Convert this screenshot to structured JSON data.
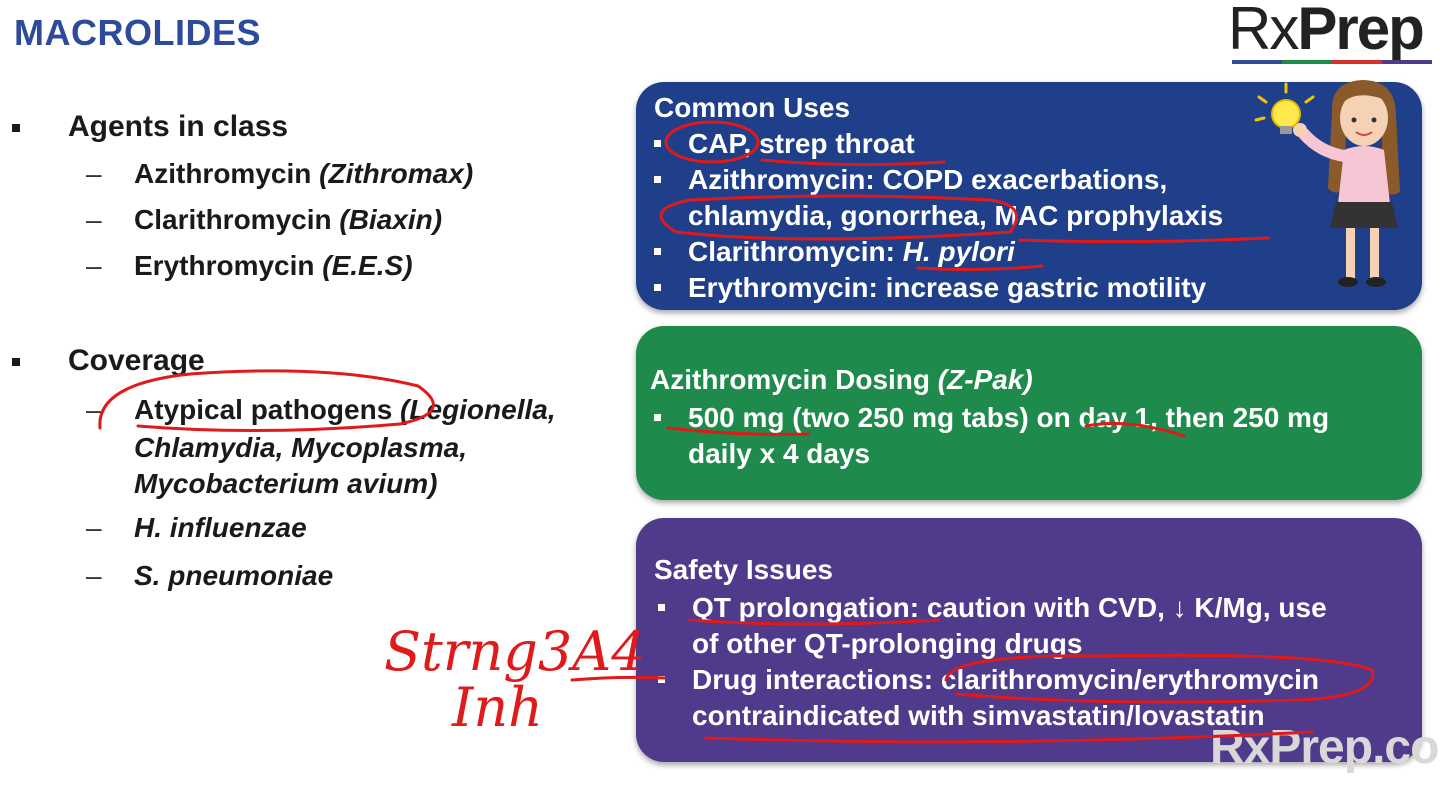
{
  "title": "MACROLIDES",
  "logo": {
    "rx": "Rx",
    "prep": "Prep",
    "bar_colors": [
      "#2e4b9b",
      "#1e8a4c",
      "#d6302b",
      "#4f3a8c"
    ]
  },
  "left": {
    "agents": {
      "heading": "Agents in class",
      "items": [
        {
          "name": "Azithromycin ",
          "brand": "(Zithromax)"
        },
        {
          "name": "Clarithromycin ",
          "brand": "(Biaxin)"
        },
        {
          "name": "Erythromycin ",
          "brand": "(E.E.S)"
        }
      ]
    },
    "coverage": {
      "heading": "Coverage",
      "atypical": {
        "name": "Atypical pathogens ",
        "line1": "(Legionella,",
        "line2": "Chlamydia, Mycoplasma,",
        "line3": "Mycobacterium avium)"
      },
      "items": [
        "H. influenzae",
        "S. pneumoniae"
      ]
    }
  },
  "uses": {
    "heading": "Common Uses",
    "line1": "CAP, strep throat",
    "line2": "Azithromycin: COPD exacerbations,",
    "line2b": "chlamydia, gonorrhea, MAC prophylaxis",
    "line3_prefix": "Clarithromycin: ",
    "line3_italic": "H. pylori",
    "line4": "Erythromycin: increase gastric motility"
  },
  "dosing": {
    "heading_prefix": "Azithromycin Dosing ",
    "heading_italic": "(Z-Pak)",
    "line1": "500 mg (two 250 mg tabs) on day 1, then 250 mg",
    "line1b": "daily x 4 days"
  },
  "safety": {
    "heading": "Safety Issues",
    "line1": "QT prolongation: caution with CVD, ↓ K/Mg, use",
    "line1b": "of other QT-prolonging drugs",
    "line2": "Drug interactions: clarithromycin/erythromycin",
    "line2b": "contraindicated with simvastatin/lovastatin"
  },
  "handwriting": {
    "line1": "Strng3A4",
    "line2": "Inh"
  },
  "watermark": "RxPrep.co"
}
